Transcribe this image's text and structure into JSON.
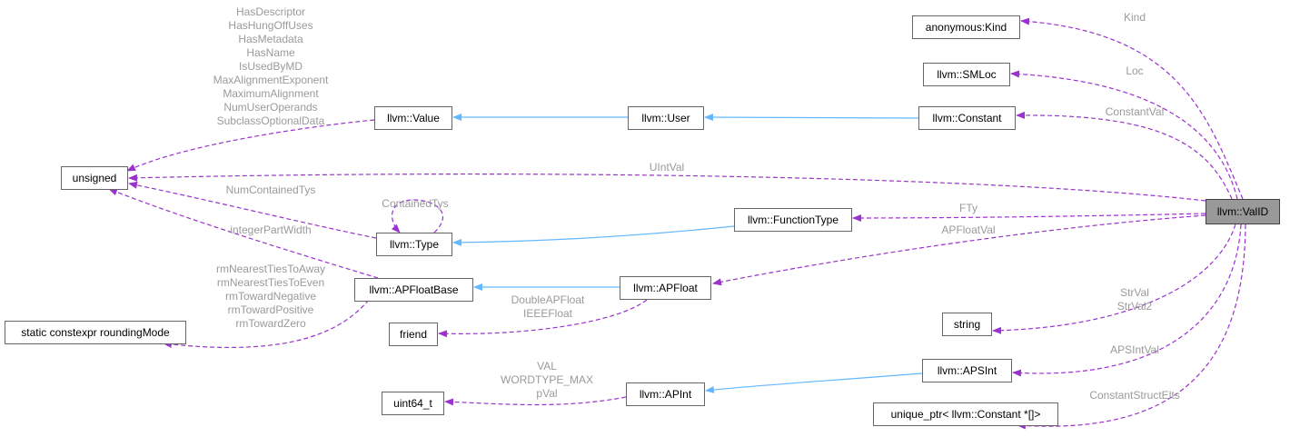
{
  "colors": {
    "inheritance": "#63b8ff",
    "usage": "#9a32cd",
    "label": "#9a9a9a",
    "focus_fill": "#999999"
  },
  "nodes": {
    "valid": "llvm::ValID",
    "kind": "anonymous:Kind",
    "smloc": "llvm::SMLoc",
    "constant": "llvm::Constant",
    "user": "llvm::User",
    "value": "llvm::Value",
    "unsigned": "unsigned",
    "functiontype": "llvm::FunctionType",
    "type": "llvm::Type",
    "apfloat": "llvm::APFloat",
    "apfloatbase": "llvm::APFloatBase",
    "roundingmode": "static constexpr roundingMode",
    "friend": "friend",
    "string": "string",
    "apsint": "llvm::APSInt",
    "apint": "llvm::APInt",
    "uint64": "uint64_t",
    "uniqueptr": "unique_ptr< llvm::Constant *[]>"
  },
  "edge_labels": {
    "kind": [
      "Kind"
    ],
    "loc": [
      "Loc"
    ],
    "constantval": [
      "ConstantVal"
    ],
    "uintval": [
      "UIntVal"
    ],
    "fty": [
      "FTy"
    ],
    "apfloatval": [
      "APFloatVal"
    ],
    "strval": [
      "StrVal",
      "StrVal2"
    ],
    "apsintval": [
      "APSIntVal"
    ],
    "constantstructelts": [
      "ConstantStructElts"
    ],
    "value_unsigned": [
      "HasDescriptor",
      "HasHungOffUses",
      "HasMetadata",
      "HasName",
      "IsUsedByMD",
      "MaxAlignmentExponent",
      "MaximumAlignment",
      "NumUserOperands",
      "SubclassOptionalData"
    ],
    "numcontainedtys": [
      "NumContainedTys"
    ],
    "containedtys": [
      "ContainedTys"
    ],
    "integerpartwidth": [
      "integerPartWidth"
    ],
    "roundingmodes": [
      "rmNearestTiesToAway",
      "rmNearestTiesToEven",
      "rmTowardNegative",
      "rmTowardPositive",
      "rmTowardZero"
    ],
    "friend": [
      "DoubleAPFloat",
      "IEEEFloat"
    ],
    "apint_uint64": [
      "VAL",
      "WORDTYPE_MAX",
      "pVal"
    ]
  }
}
